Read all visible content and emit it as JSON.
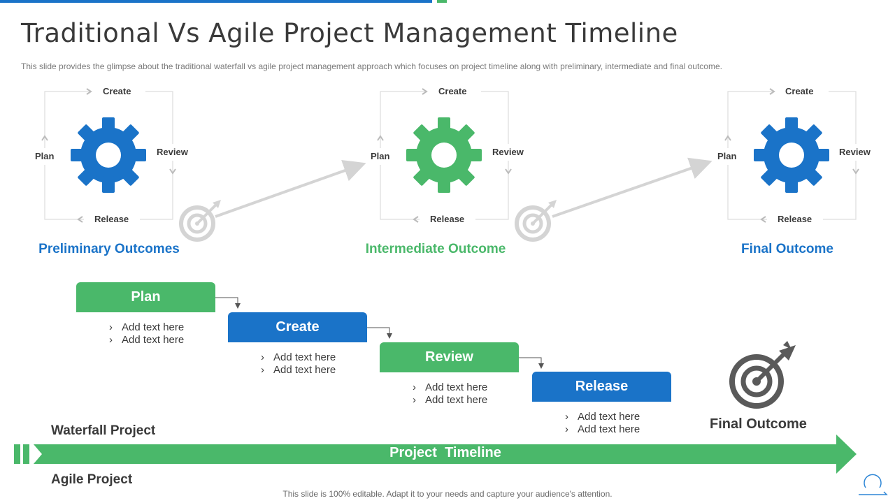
{
  "title": "Traditional Vs Agile Project Management Timeline",
  "subtitle": "This slide provides  the glimpse about the traditional waterfall vs agile project management approach which focuses on project timeline along with preliminary, intermediate and final outcome.",
  "cycles": [
    {
      "create": "Create",
      "review": "Review",
      "release": "Release",
      "plan": "Plan",
      "outcome": "Preliminary Outcomes",
      "color": "#1a73c8"
    },
    {
      "create": "Create",
      "review": "Review",
      "release": "Release",
      "plan": "Plan",
      "outcome": "Intermediate Outcome",
      "color": "#4ab86a"
    },
    {
      "create": "Create",
      "review": "Review",
      "release": "Release",
      "plan": "Plan",
      "outcome": "Final Outcome",
      "color": "#1a73c8"
    }
  ],
  "waterfall": [
    {
      "label": "Plan",
      "bullets": [
        "Add text here",
        "Add text here"
      ]
    },
    {
      "label": "Create",
      "bullets": [
        "Add text here",
        "Add text here"
      ]
    },
    {
      "label": "Review",
      "bullets": [
        "Add text here",
        "Add text here"
      ]
    },
    {
      "label": "Release",
      "bullets": [
        "Add text here",
        "Add text here"
      ]
    }
  ],
  "bullet_marker": "›",
  "waterfall_project_label": "Waterfall Project",
  "agile_project_label": "Agile Project",
  "timeline_label": "Project  Timeline",
  "final_outcome_label": "Final Outcome",
  "footer": "This slide is 100% editable. Adapt it to your needs and capture your audience's attention.",
  "colors": {
    "blue": "#1a73c8",
    "green": "#4ab86a",
    "gray": "#5a5a5a"
  }
}
